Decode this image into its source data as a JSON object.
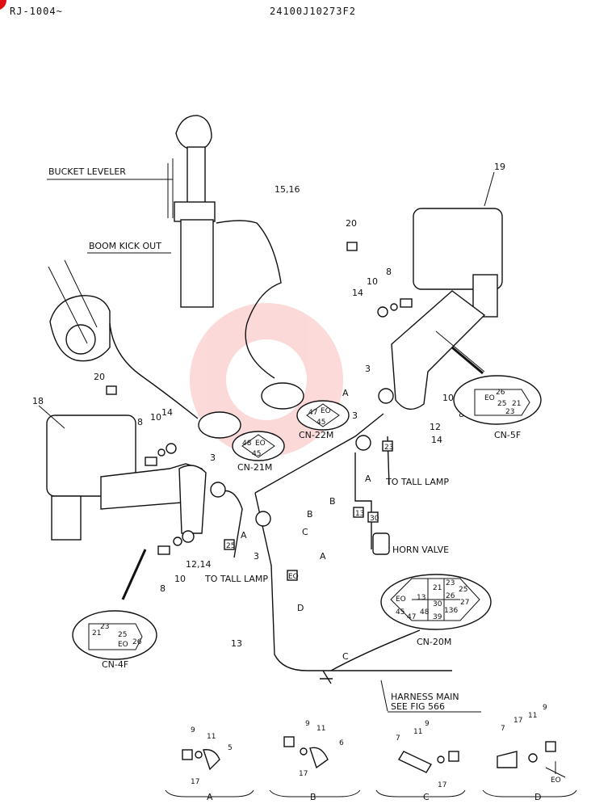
{
  "header": {
    "left": "RJ-1004~",
    "right": "24100J10273F2"
  },
  "callouts": {
    "bucket_leveler": "BUCKET LEVELER",
    "boom_kick_out": "BOOM KICK OUT",
    "to_tall_lamp_right": "TO TALL LAMP",
    "to_tall_lamp_left": "TO TALL LAMP",
    "horn_valve": "HORN VALVE",
    "harness_main_1": "HARNESS MAIN",
    "harness_main_2": "SEE FIG 566"
  },
  "part_numbers": {
    "p1516": "15,16",
    "p19": "19",
    "p20a": "20",
    "p8a": "8",
    "p10a": "10",
    "p14a": "14",
    "p3a": "3",
    "p3b": "3",
    "p3c": "3",
    "p3d": "3",
    "p10b": "10",
    "p8b": "8",
    "p1214a": "12",
    "p14b": "14",
    "p20b": "20",
    "p18": "18",
    "p8c": "8",
    "p10c": "10",
    "p14c": "14",
    "p8d": "8",
    "p10d": "10",
    "p1214b": "12,14",
    "p13": "13",
    "p25a": "25",
    "p23": "23",
    "p13b": "13",
    "p30": "30",
    "pEO": "EO",
    "pA1": "A",
    "pA2": "A",
    "pA3": "A",
    "pA4": "A",
    "pB1": "B",
    "pB2": "B",
    "pC1": "C",
    "pC2": "C",
    "pD1": "D"
  },
  "connectors": {
    "cn5f": {
      "label": "CN-5F",
      "pins": [
        "EO",
        "26",
        "25",
        "21",
        "23"
      ]
    },
    "cn22m": {
      "label": "CN-22M",
      "pins": [
        "47",
        "EO",
        "45"
      ]
    },
    "cn21m": {
      "label": "CN-21M",
      "pins": [
        "48",
        "EO",
        "45"
      ]
    },
    "cn4f": {
      "label": "CN-4F",
      "pins": [
        "23",
        "21",
        "25",
        "EO",
        "26"
      ]
    },
    "cn20m": {
      "label": "CN-20M",
      "pins": [
        "23",
        "25",
        "EO",
        "13",
        "21",
        "26",
        "27",
        "30",
        "136",
        "45",
        "47",
        "48",
        "39"
      ]
    }
  },
  "details": {
    "a": {
      "label": "A",
      "parts": [
        "9",
        "11",
        "5",
        "17"
      ]
    },
    "b": {
      "label": "B",
      "parts": [
        "9",
        "11",
        "6",
        "17"
      ]
    },
    "c": {
      "label": "C",
      "parts": [
        "9",
        "11",
        "7",
        "17"
      ]
    },
    "d": {
      "label": "D",
      "parts": [
        "7",
        "17",
        "11",
        "9",
        "EO"
      ]
    }
  }
}
